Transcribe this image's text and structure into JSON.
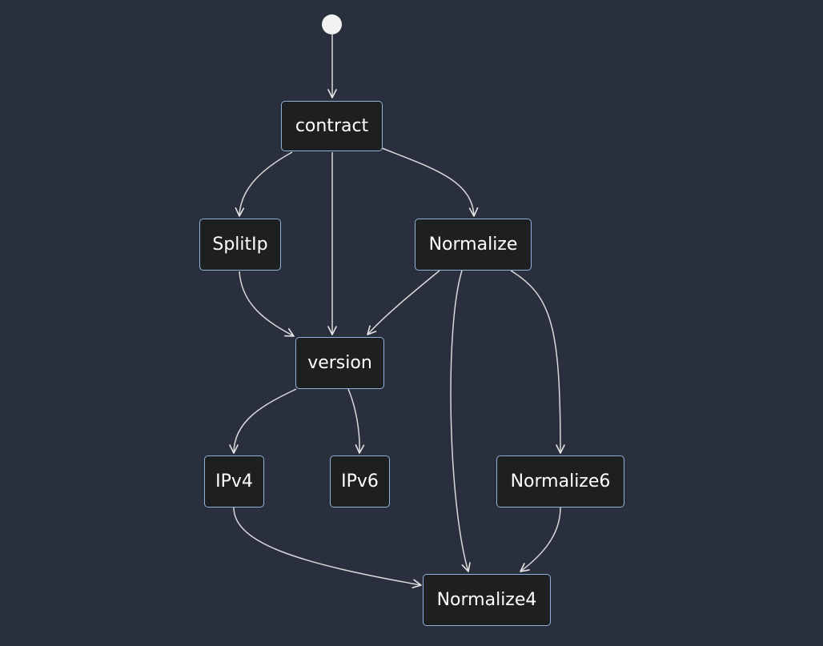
{
  "diagram": {
    "type": "state-diagram",
    "start": "start",
    "nodes": [
      {
        "id": "contract",
        "label": "contract"
      },
      {
        "id": "splitip",
        "label": "SplitIp"
      },
      {
        "id": "normalize",
        "label": "Normalize"
      },
      {
        "id": "version",
        "label": "version"
      },
      {
        "id": "ipv4",
        "label": "IPv4"
      },
      {
        "id": "ipv6",
        "label": "IPv6"
      },
      {
        "id": "normalize6",
        "label": "Normalize6"
      },
      {
        "id": "normalize4",
        "label": "Normalize4"
      }
    ],
    "edges": [
      {
        "from": "start",
        "to": "contract"
      },
      {
        "from": "contract",
        "to": "splitip"
      },
      {
        "from": "contract",
        "to": "version"
      },
      {
        "from": "contract",
        "to": "normalize"
      },
      {
        "from": "splitip",
        "to": "version"
      },
      {
        "from": "normalize",
        "to": "version"
      },
      {
        "from": "normalize",
        "to": "normalize4"
      },
      {
        "from": "normalize",
        "to": "normalize6"
      },
      {
        "from": "version",
        "to": "ipv4"
      },
      {
        "from": "version",
        "to": "ipv6"
      },
      {
        "from": "ipv4",
        "to": "normalize4"
      },
      {
        "from": "normalize6",
        "to": "normalize4"
      }
    ]
  }
}
